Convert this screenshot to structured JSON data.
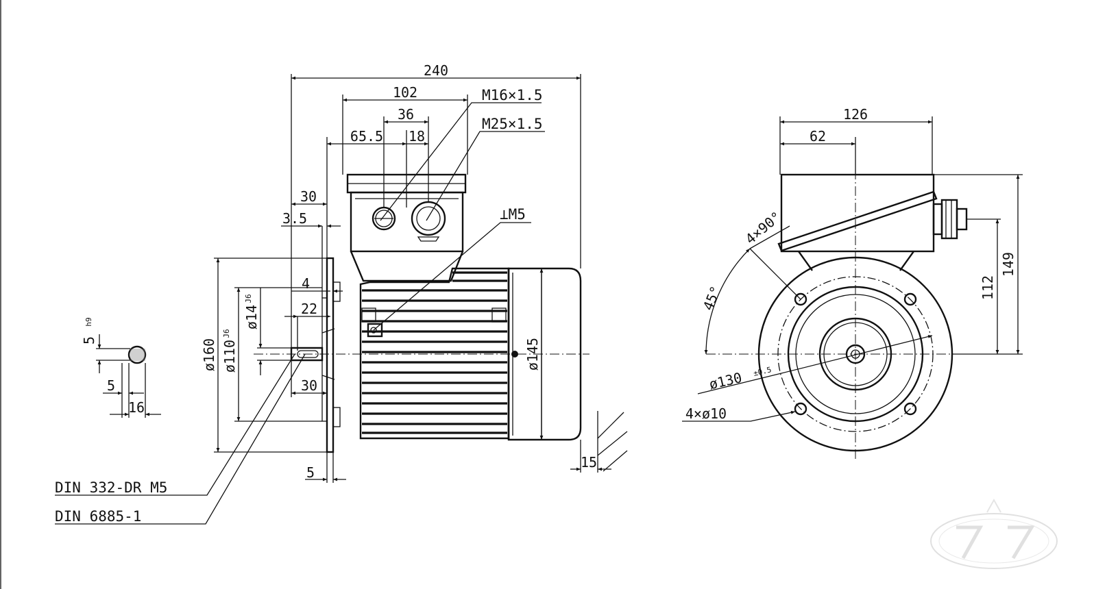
{
  "dimensions": {
    "overall_length": "240",
    "terminal_box_length": "102",
    "gland_spacing": "36",
    "gland_offset": "18",
    "box_position": "65.5",
    "shaft_length": "30",
    "shaft_shoulder": "3.5",
    "key_offset": "4",
    "key_length": "22",
    "key_length_2": "30",
    "shaft_diameter": "ø14",
    "shaft_fit": "J6",
    "spigot_diameter": "ø110",
    "spigot_fit": "J6",
    "flange_diameter": "ø160",
    "frame_diameter": "ø145",
    "flange_thickness": "5",
    "foot_gap": "15",
    "key_width": "5",
    "key_fit": "h9",
    "key_width_2": "5",
    "shaft_height_key": "16",
    "box_width": "126",
    "box_half_width": "62",
    "shaft_centre_height": "112",
    "overall_height": "149",
    "bolt_angle": "45°",
    "bolt_spacing": "4×90°",
    "pitch_circle": "ø130",
    "pitch_tolerance": "±0.5",
    "bolt_holes": "4×ø10"
  },
  "callouts": {
    "gland_small": "M16×1.5",
    "gland_large": "M25×1.5",
    "earth_screw": "⊥M5",
    "centre_hole": "DIN 332-DR M5",
    "key_standard": "DIN 6885-1"
  }
}
